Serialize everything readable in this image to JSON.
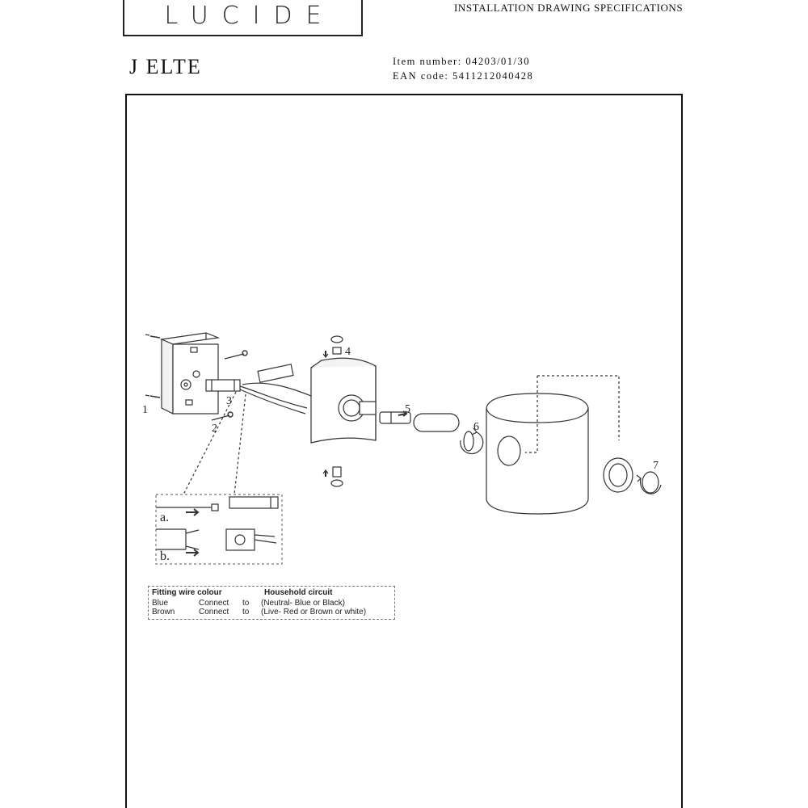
{
  "header": {
    "logo_text": "LUCIDE",
    "doc_title": "INSTALLATION DRAWING SPECIFICATIONS",
    "product_name": "J ELTE",
    "item_number": "Item number: 04203/01/30",
    "ean_code": "EAN code: 5411212040428"
  },
  "callouts": [
    "1",
    "2",
    "3",
    "4",
    "5",
    "6",
    "7"
  ],
  "detail": {
    "label_a": "a.",
    "label_b": "b."
  },
  "wire_table": {
    "header_left": "Fitting wire colour",
    "header_right": "Household circuit",
    "rows": [
      {
        "colour": "Blue",
        "action": "Connect",
        "to": "to",
        "circuit": "(Neutral- Blue or Black)"
      },
      {
        "colour": "Brown",
        "action": "Connect",
        "to": "to",
        "circuit": "(Live- Red or Brown or white)"
      }
    ]
  }
}
